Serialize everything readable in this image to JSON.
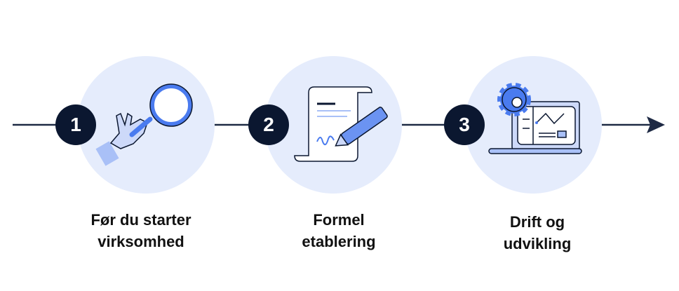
{
  "colors": {
    "line": "#1e2a44",
    "circle": "#e5ecfc",
    "badge": "#0b1730",
    "accent": "#4a7bef",
    "light": "#a9c0f7"
  },
  "steps": [
    {
      "number": "1",
      "icon": "magnifier-hand-icon",
      "label_lines": [
        "Før du starter",
        "virksomhed"
      ]
    },
    {
      "number": "2",
      "icon": "document-pen-icon",
      "label_lines": [
        "Formel",
        "etablering"
      ]
    },
    {
      "number": "3",
      "icon": "gear-laptop-icon",
      "label_lines": [
        "Drift og",
        "udvikling"
      ]
    }
  ]
}
